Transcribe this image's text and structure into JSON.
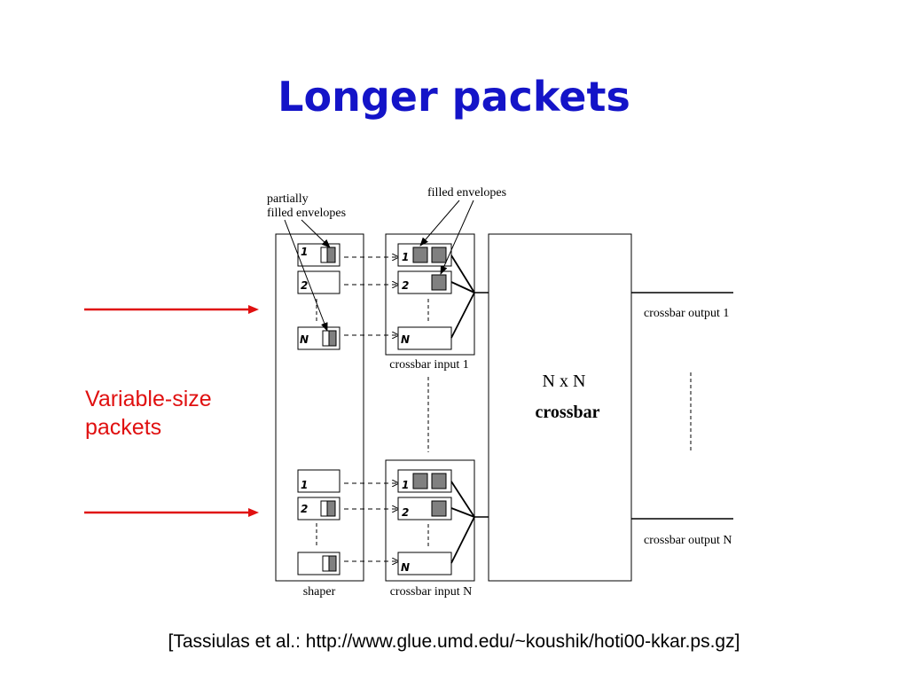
{
  "slide": {
    "title": "Longer packets",
    "side_label_line1": "Variable-size",
    "side_label_line2": "packets",
    "citation": "[Tassiulas et al.: http://www.glue.umd.edu/~koushik/hoti00-kkar.ps.gz]"
  },
  "diagram": {
    "label_partially_1": "partially",
    "label_partially_2": "filled envelopes",
    "label_filled": "filled envelopes",
    "label_shaper": "shaper",
    "label_input_1": "crossbar input 1",
    "label_input_n": "crossbar input N",
    "label_output_1": "crossbar output 1",
    "label_output_n": "crossbar output N",
    "crossbar_line1": "N x N",
    "crossbar_line2": "crossbar",
    "q1": "1",
    "q2": "2",
    "qn": "N"
  },
  "colors": {
    "title": "#1414c8",
    "arrow": "#e01010",
    "packet_fill": "#808080"
  }
}
